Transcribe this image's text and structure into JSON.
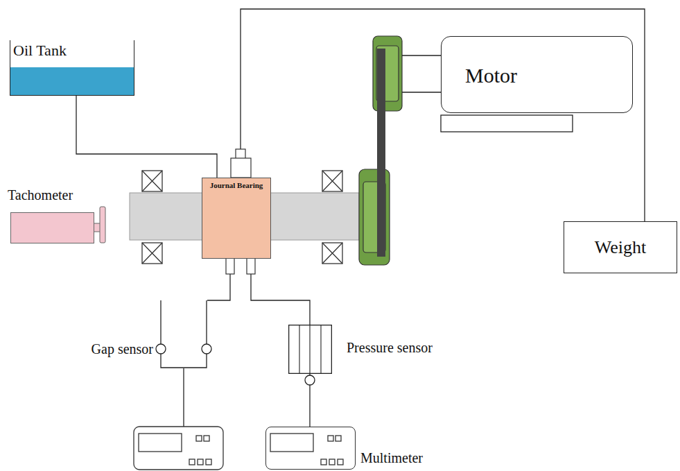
{
  "diagram": {
    "nodes": [
      {
        "text": [
          "Oil Tank"
        ]
      },
      {
        "text": [
          "Motor"
        ]
      },
      {
        "text": [
          "Tachometer"
        ]
      },
      {
        "text": [
          "Journal Bearing"
        ]
      },
      {
        "text": [
          "Weight"
        ]
      },
      {
        "text": [
          "Gap sensor"
        ]
      },
      {
        "text": [
          "Pressure sensor"
        ]
      },
      {
        "text": [
          "Multimeter"
        ]
      }
    ],
    "edges": [
      {
        "from": 0,
        "to": 3,
        "arrow": "none"
      },
      {
        "from": 3,
        "to": 4,
        "arrow": "none"
      },
      {
        "from": 3,
        "to": 5,
        "arrow": "none"
      },
      {
        "from": 3,
        "to": 6,
        "arrow": "none"
      },
      {
        "from": 6,
        "to": 7,
        "arrow": "none"
      }
    ]
  }
}
